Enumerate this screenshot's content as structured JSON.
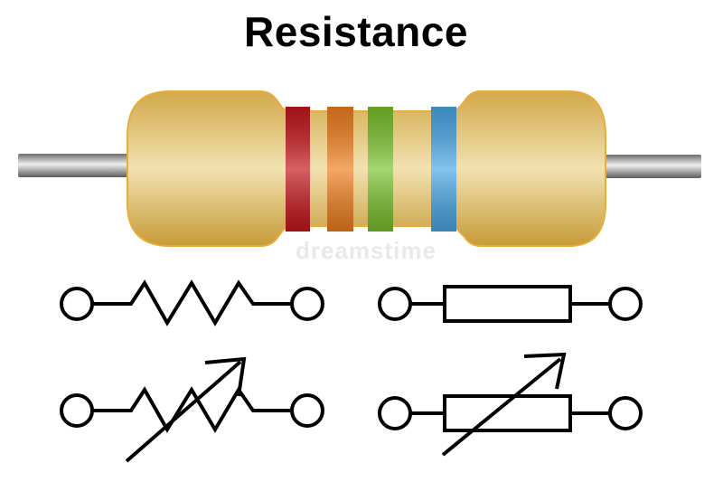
{
  "title": "Resistance",
  "watermark": "dreamstime",
  "colors": {
    "body": "#dcb95e",
    "body_highlight": "#f1e2b0",
    "body_outline": "#e8ad3a",
    "lead": "#8a8a8a",
    "symbol_stroke": "#000000"
  },
  "bands": [
    {
      "name": "red",
      "color": "#c4161c"
    },
    {
      "name": "orange",
      "color": "#f0801f"
    },
    {
      "name": "green",
      "color": "#7cc22d"
    },
    {
      "name": "blue",
      "color": "#4aa8e6"
    }
  ],
  "symbols": [
    {
      "name": "fixed-resistor-zigzag"
    },
    {
      "name": "fixed-resistor-box"
    },
    {
      "name": "variable-resistor-zigzag"
    },
    {
      "name": "variable-resistor-box"
    }
  ]
}
